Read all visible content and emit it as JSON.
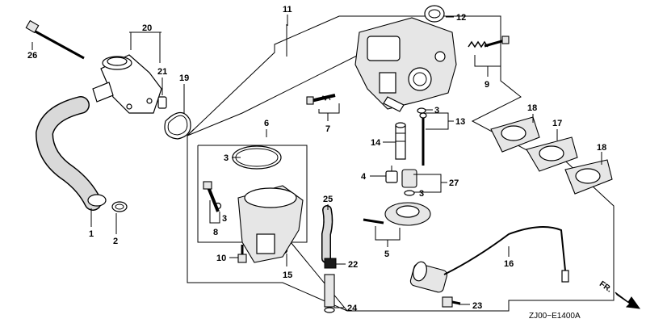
{
  "labels": {
    "n1": "1",
    "n2": "2",
    "n3a": "3",
    "n3b": "3",
    "n3c": "3",
    "n3d": "3",
    "n4": "4",
    "n5": "5",
    "n6": "6",
    "n7": "7",
    "n8": "8",
    "n9": "9",
    "n10": "10",
    "n11": "11",
    "n12": "12",
    "n13": "13",
    "n14": "14",
    "n15": "15",
    "n16": "16",
    "n17": "17",
    "n18a": "18",
    "n18b": "18",
    "n19": "19",
    "n20": "20",
    "n21": "21",
    "n22": "22",
    "n23": "23",
    "n24": "24",
    "n25": "25",
    "n26": "26",
    "n27": "27"
  },
  "direction_marker": "FR.",
  "diagram_code": "ZJ00−E1400A",
  "icons": {
    "direction": "arrow-icon"
  }
}
